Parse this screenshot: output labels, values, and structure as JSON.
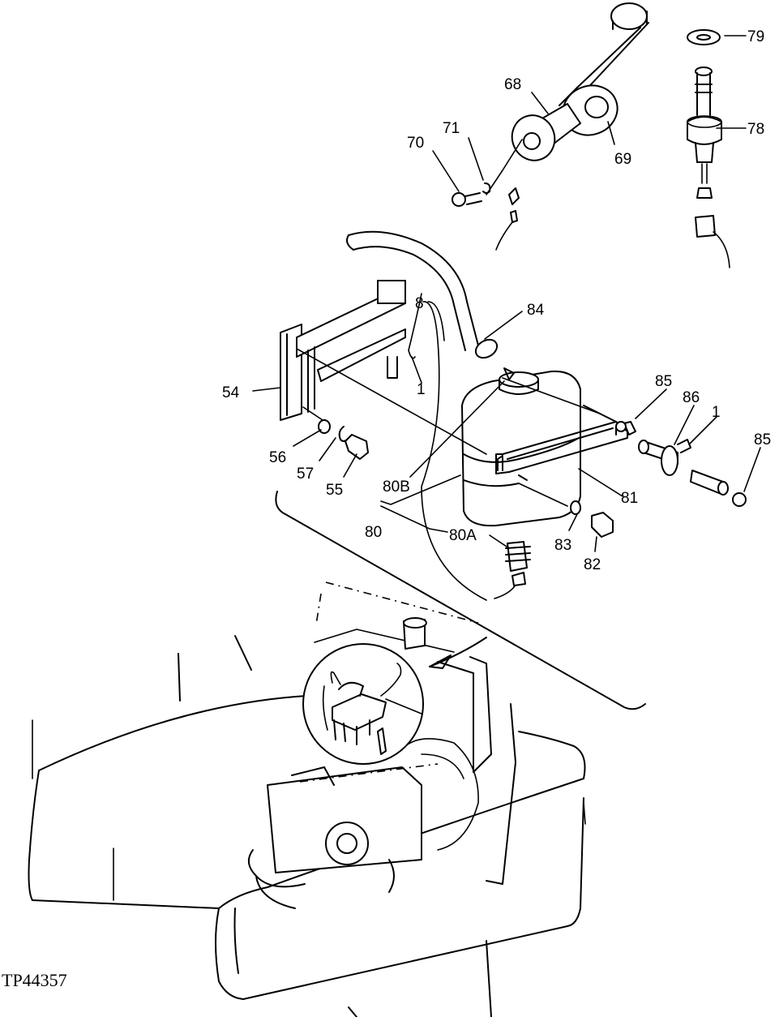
{
  "drawing_id": "TP44357",
  "callouts": [
    {
      "key": "79",
      "text": "79"
    },
    {
      "key": "78",
      "text": "78"
    },
    {
      "key": "68",
      "text": "68"
    },
    {
      "key": "71",
      "text": "71"
    },
    {
      "key": "70",
      "text": "70"
    },
    {
      "key": "69",
      "text": "69"
    },
    {
      "key": "8",
      "text": "8"
    },
    {
      "key": "84",
      "text": "84"
    },
    {
      "key": "1a",
      "text": "1"
    },
    {
      "key": "54",
      "text": "54"
    },
    {
      "key": "85a",
      "text": "85"
    },
    {
      "key": "86",
      "text": "86"
    },
    {
      "key": "1b",
      "text": "1"
    },
    {
      "key": "85b",
      "text": "85"
    },
    {
      "key": "56",
      "text": "56"
    },
    {
      "key": "57",
      "text": "57"
    },
    {
      "key": "55",
      "text": "55"
    },
    {
      "key": "80B",
      "text": "80B"
    },
    {
      "key": "81",
      "text": "81"
    },
    {
      "key": "80",
      "text": "80"
    },
    {
      "key": "80A",
      "text": "80A"
    },
    {
      "key": "83",
      "text": "83"
    },
    {
      "key": "82",
      "text": "82"
    }
  ]
}
